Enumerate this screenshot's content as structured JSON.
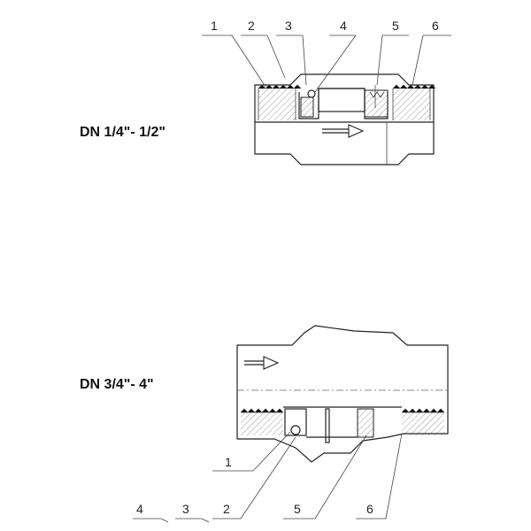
{
  "views": {
    "top": {
      "size_label": "DN 1/4\"- 1/2\""
    },
    "bottom": {
      "size_label": "DN 3/4\"- 4\""
    }
  },
  "callouts": {
    "top": [
      "1",
      "2",
      "3",
      "4",
      "5",
      "6"
    ],
    "bottom": [
      "1",
      "4",
      "3",
      "2",
      "5",
      "6"
    ]
  },
  "colors": {
    "line": "#222222",
    "background": "#ffffff"
  }
}
